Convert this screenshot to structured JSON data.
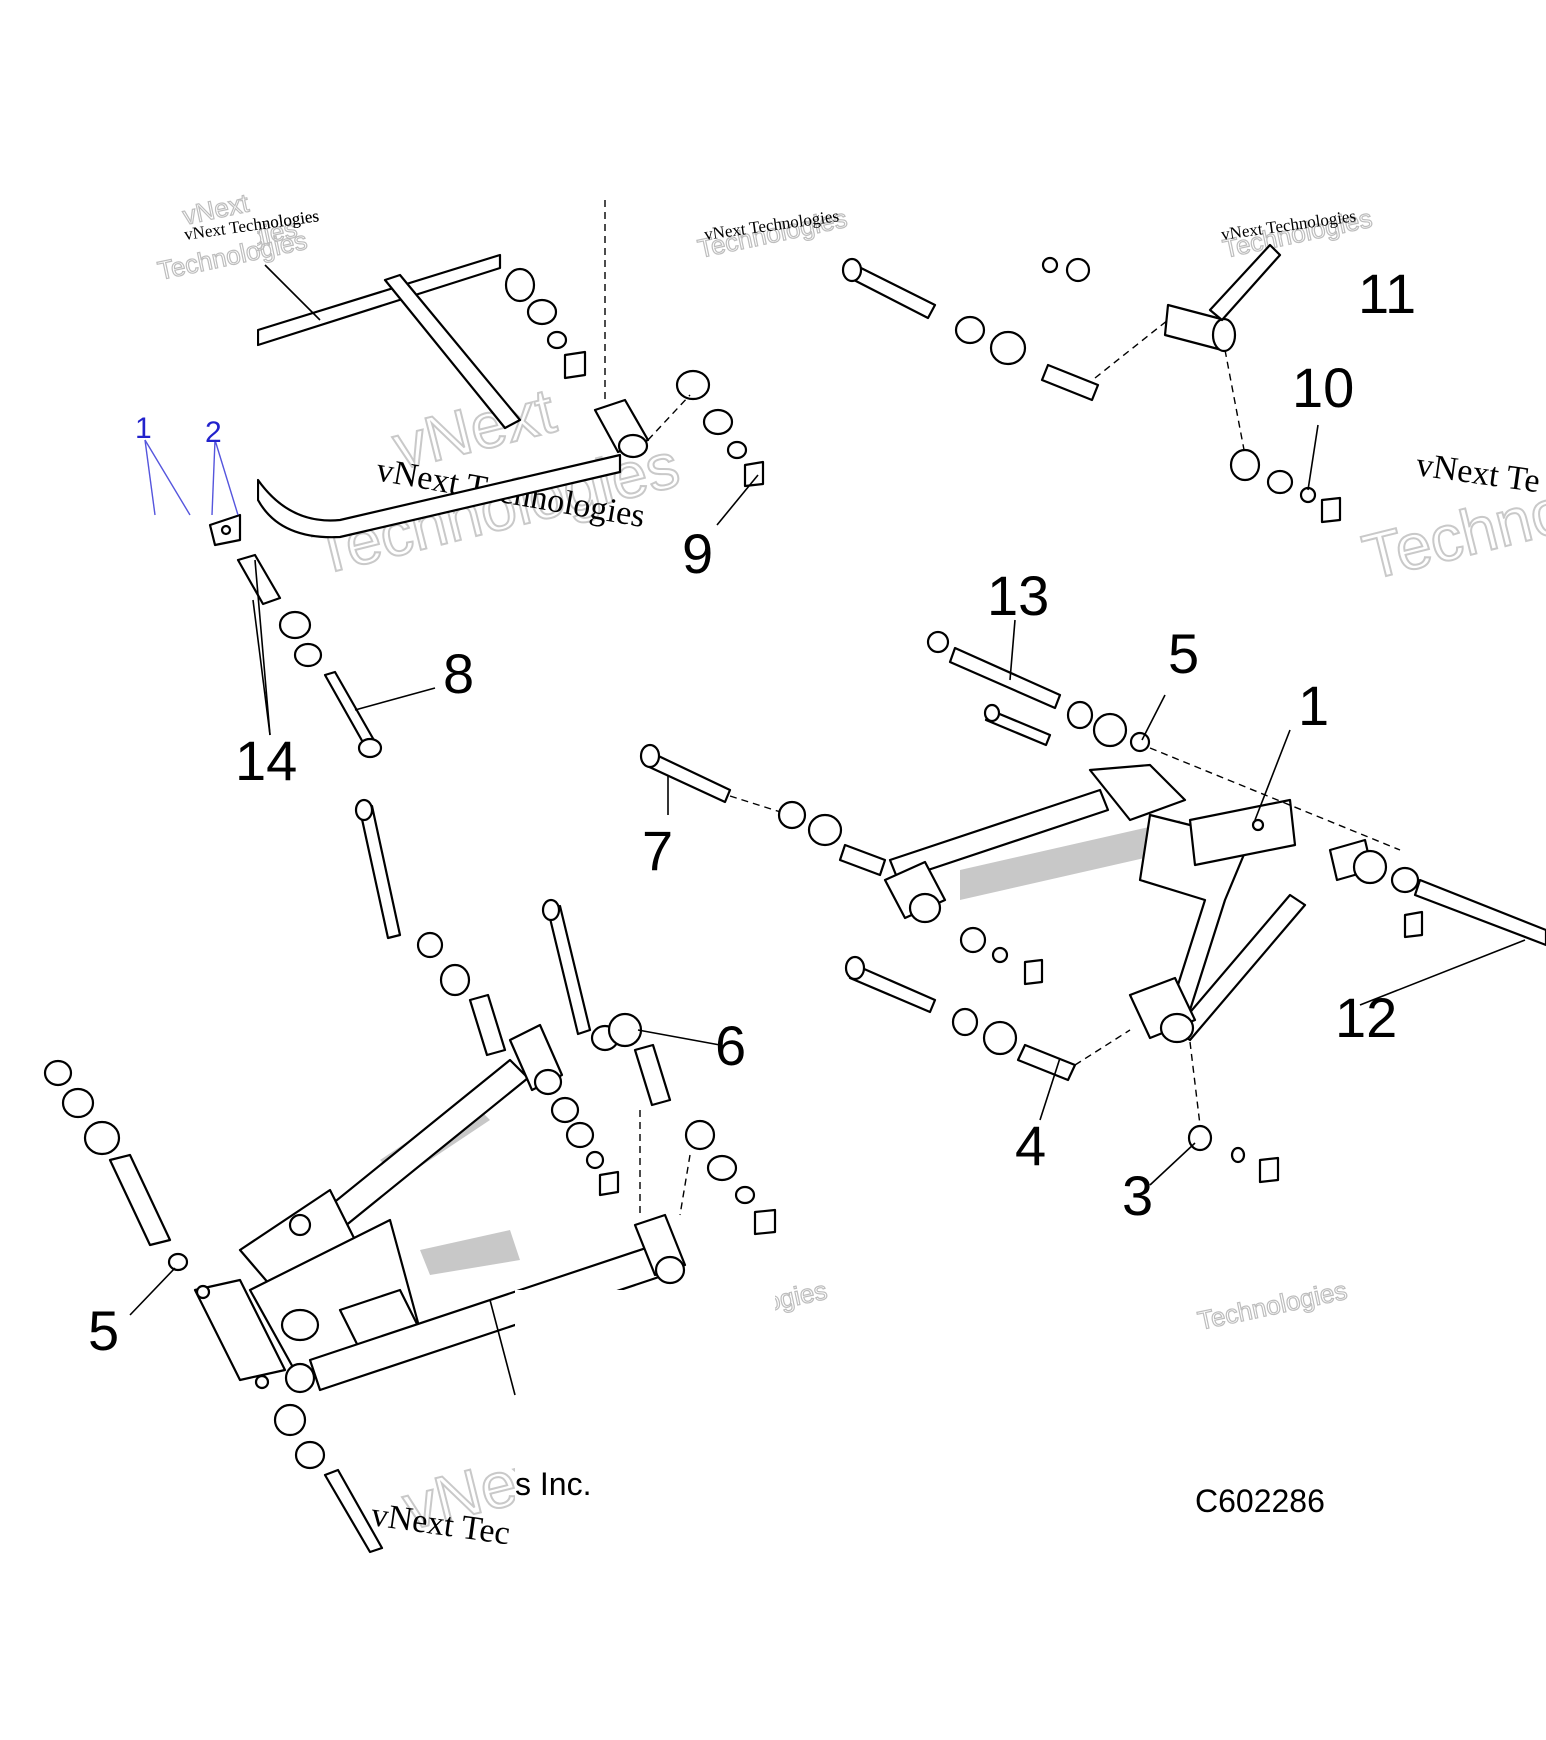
{
  "figure_id": "C602286",
  "callouts": {
    "c1": "1",
    "c3": "3",
    "c4": "4",
    "c5_right": "5",
    "c5_left": "5",
    "c6": "6",
    "c7": "7",
    "c8": "8",
    "c9": "9",
    "c10": "10",
    "c11": "11",
    "c12": "12",
    "c13": "13",
    "c14": "14",
    "blue1": "1",
    "blue2": "2"
  },
  "watermarks": {
    "small": "vNext Technologies",
    "word_vnext": "vNext",
    "word_technologies": "Technologies",
    "fragment_inc": "s Inc.",
    "fragment_technologies": "Technologies",
    "fragment_right_line": "vNext Te",
    "fragment_right_word": "Techno",
    "fragment_bottom_line": "vNext Tec"
  }
}
